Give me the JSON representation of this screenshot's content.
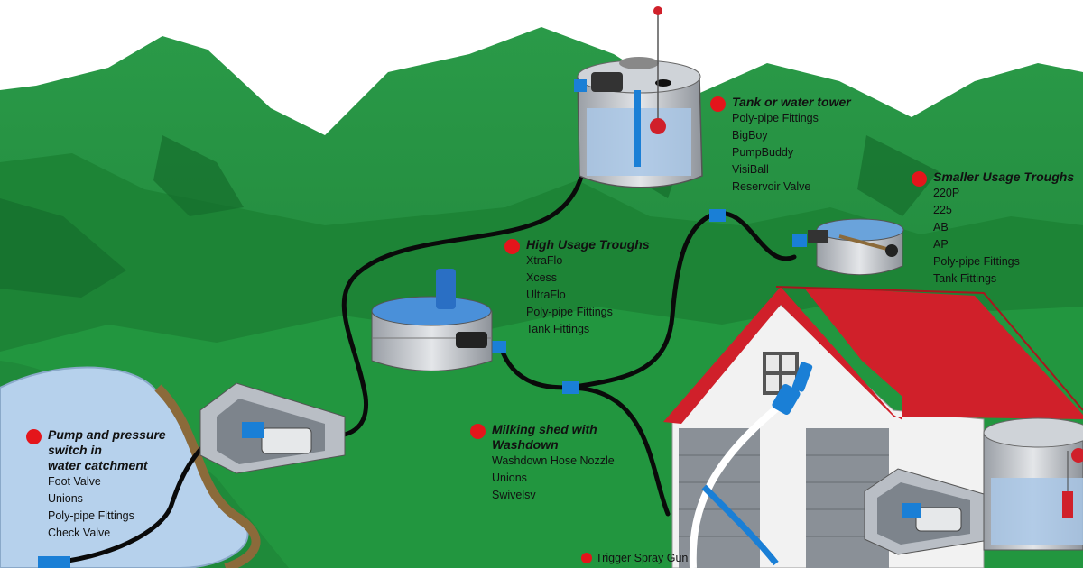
{
  "callouts": {
    "tank": {
      "title": "Tank or water tower",
      "items": [
        "Poly-pipe Fittings",
        "BigBoy",
        "PumpBuddy",
        "VisiBall",
        "Reservoir Valve"
      ]
    },
    "smaller": {
      "title": "Smaller Usage Troughs",
      "items": [
        "220P",
        "225",
        "AB",
        "AP",
        "Poly-pipe Fittings",
        "Tank Fittings"
      ]
    },
    "high": {
      "title": "High Usage Troughs",
      "items": [
        "XtraFlo",
        "Xcess",
        "UltraFlo",
        "Poly-pipe Fittings",
        "Tank Fittings"
      ]
    },
    "pump": {
      "title": "Pump and pressure\nswitch in\nwater catchment",
      "items": [
        "Foot Valve",
        "Unions",
        "Poly-pipe Fittings",
        "Check Valve"
      ]
    },
    "milking": {
      "title": "Milking shed with\nWashdown",
      "items": [
        "Washdown Hose Nozzle",
        "Unions",
        "Swivelsv"
      ]
    },
    "trigger": {
      "title": "Trigger Spray Gun"
    }
  },
  "colors": {
    "callout_dot": "#e4151b",
    "roof": "#d0202a",
    "grass": "#1f8a3a",
    "water": "#8fb8e0",
    "pipe": "#0a0a0a",
    "fitting": "#1a7fd6"
  }
}
